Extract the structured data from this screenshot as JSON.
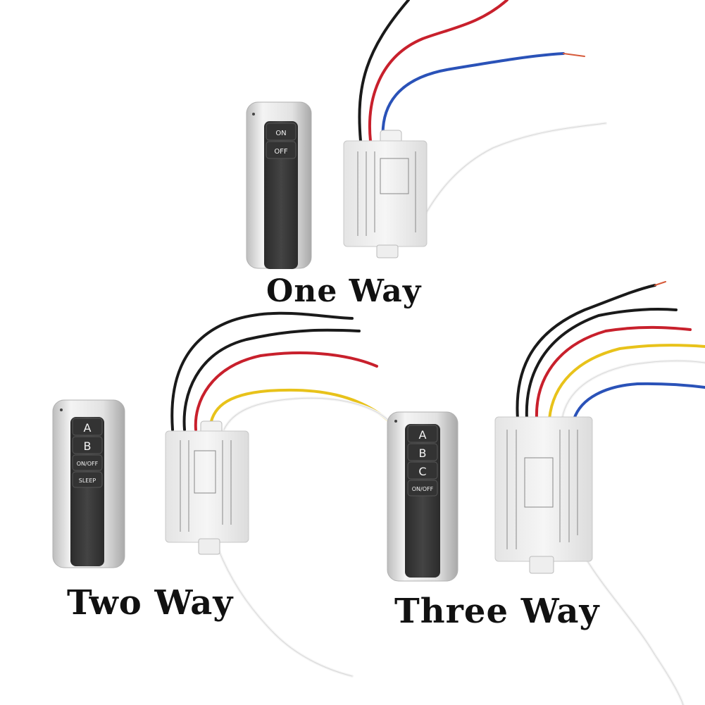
{
  "captions": {
    "one_way": "One Way",
    "two_way": "Two Way",
    "three_way": "Three Way"
  },
  "remotes": {
    "one_way": {
      "buttons": [
        "ON",
        "OFF"
      ]
    },
    "two_way": {
      "buttons": [
        "A",
        "B",
        "ON/OFF",
        "SLEEP"
      ]
    },
    "three_way": {
      "buttons": [
        "A",
        "B",
        "C",
        "ON/OFF"
      ]
    }
  },
  "colors": {
    "remote_body": "#e8e8e8",
    "remote_panel": "#3a3a3a",
    "receiver_body": "#f0f0f0",
    "wire_black": "#1a1a1a",
    "wire_red": "#c8202c",
    "wire_blue": "#2a52b8",
    "wire_yellow": "#e8c21a",
    "wire_white": "#f4f4f4"
  }
}
